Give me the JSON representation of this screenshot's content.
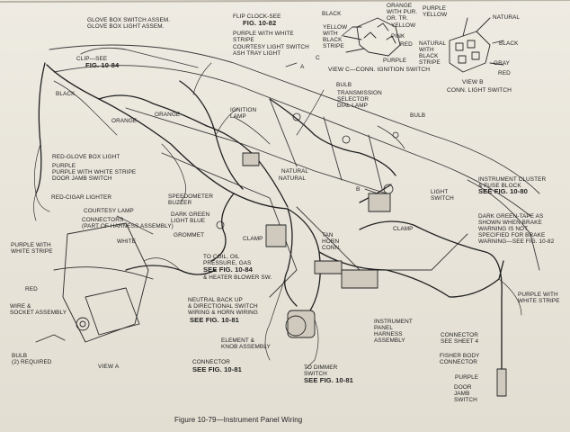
{
  "caption": "Figure 10-79—Instrument Panel Wiring",
  "views": {
    "view_a": "VIEW A",
    "view_b": "VIEW B",
    "view_c_title": "VIEW C—CONN. IGNITION SWITCH",
    "view_b_title": "CONN. LIGHT SWITCH",
    "pointer_a": "A",
    "pointer_b": "B",
    "pointer_c": "C"
  },
  "labels": {
    "glove_box": "GLOVE BOX SWITCH ASSEM.\nGLOVE BOX LIGHT ASSEM.",
    "clip_see": "CLIP—SEE",
    "fig_1084_a": "FIG. 10-84",
    "black_left": "BLACK",
    "orange_left": "ORANGE",
    "red_glove_light": "RED-GLOVE BOX LIGHT",
    "purple_group": "PURPLE\nPURPLE WITH WHITE STRIPE\nDOOR JAMB SWITCH",
    "red_cigar": "RED-CIGAR LIGHTER",
    "courtesy_lamp": "COURTESY LAMP",
    "connectors_part": "CONNECTORS\n(PART OF HARNESS ASSEMBLY)",
    "white_left": "WHITE",
    "purple_white_left": "PURPLE WITH\nWHITE STRIPE",
    "red_lower": "RED",
    "wire_socket": "WIRE &\nSOCKET ASSEMBLY",
    "bulb_required": "BULB\n(2) REQUIRED",
    "flip_clock": "FLIP CLOCK-SEE",
    "fig_1082_a": "FIG. 10-82",
    "purple_white_stripe": "PURPLE WITH WHITE\nSTRIPE",
    "courtesy_ash": "COURTESY LIGHT SWITCH\nASH TRAY LIGHT",
    "ignition_lamp": "IGNITION\nLAMP",
    "orange_mid": "ORANGE",
    "natural_mid": "NATURAL",
    "speedometer": "SPEEDOMETER\nBUZZER",
    "dark_green_light_blue": "DARK GREEN\nLIGHT BLUE",
    "grommet": "GROMMET",
    "clamp_1": "CLAMP",
    "to_coil": "TO COIL, OIL\nPRESSURE, GAS",
    "see_fig_1084": "SEE FIG. 10-84",
    "heater_blower": "& HEATER BLOWER SW.",
    "neutral_backup": "NEUTRAL BACK UP\n& DIRECTIONAL SWITCH\nWIRING & HORN WIRING",
    "see_fig_1081_a": "SEE FIG. 10-81",
    "element_knob": "ELEMENT &\nKNOB ASSEMBLY",
    "connector_see": "CONNECTOR",
    "see_fig_1081_b": "SEE FIG. 10-81",
    "to_dimmer": "TO DIMMER\nSWITCH",
    "see_fig_1081_c": "SEE FIG. 10-81",
    "instrument_harness": "INSTRUMENT\nPANEL\nHARNESS\nASSEMBLY",
    "bulb_top": "BULB",
    "transmission": "TRANSMISSION\nSELECTOR\nDIAL LAMP",
    "bulb_right": "BULB",
    "tan_horn": "TAN\nHORN\nCONN.",
    "clamp_2": "CLAMP",
    "light_switch": "LIGHT\nSWITCH",
    "instrument_cluster": "INSTRUMENT CLUSTER\n& FUSE BLOCK",
    "see_fig_1080": "SEE FIG. 10-80",
    "dark_green_tape": "DARK GREEN-TAPE AS\nSHOWN WHEN BRAKE\nWARNING IS NOT\nSPECIFIED FOR BRAKE\nWARNING—SEE FIG. 10-82",
    "purple_white_right": "PURPLE WITH\nWHITE STRIPE",
    "connector_sheet": "CONNECTOR\nSEE SHEET 4",
    "fisher_body": "FISHER BODY\nCONNECTOR",
    "purple_right": "PURPLE",
    "door_jamb": "DOOR\nJAMB\nSWITCH",
    "natural_mid2": "NATURAL"
  },
  "inset_c": {
    "black": "BLACK",
    "orange": "ORANGE\nWITH PUR.\nOR. TR.",
    "yellow_black": "YELLOW\nWITH\nBLACK\nSTRIPE",
    "yellow": "YELLOW",
    "pink": "PINK",
    "red": "RED",
    "purple": "PURPLE"
  },
  "inset_b": {
    "purple_yellow": "PURPLE\nYELLOW",
    "natural": "NATURAL",
    "black": "BLACK",
    "natural_black": "NATURAL\nWITH\nBLACK\nSTRIPE",
    "gray": "GRAY",
    "red": "RED"
  }
}
